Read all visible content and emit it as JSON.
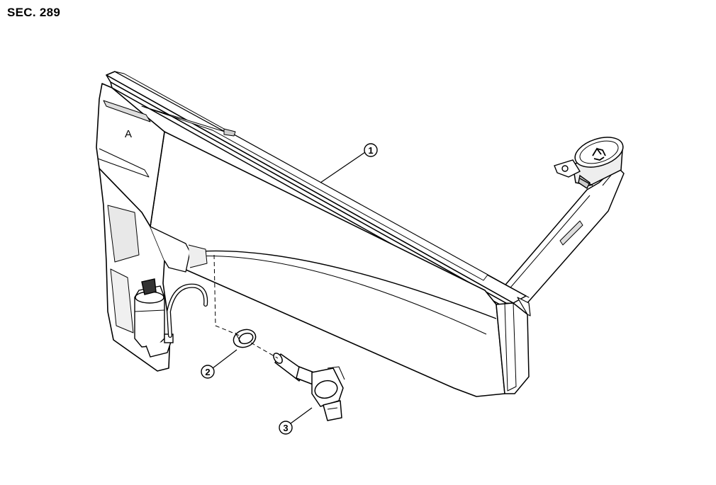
{
  "section_label": "SEC. 289",
  "callouts": [
    {
      "number": "1",
      "part": "washer-tank"
    },
    {
      "number": "2",
      "part": "grommet"
    },
    {
      "number": "3",
      "part": "level-sensor"
    }
  ],
  "zone_label": "A",
  "colors": {
    "line": "#000000",
    "fill": "#ffffff",
    "shade": "#e6e6e6"
  }
}
